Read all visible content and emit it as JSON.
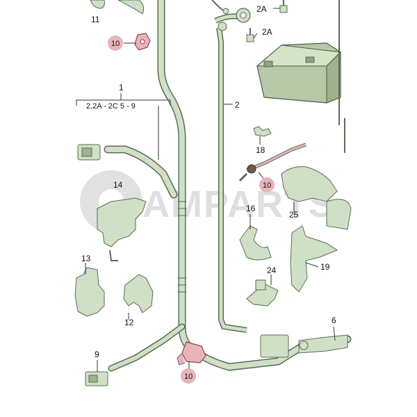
{
  "callouts": {
    "c11": "11",
    "c10_top": "10",
    "c2A_top": "2A",
    "c2A_mid": "2A",
    "c2": "2",
    "c1": "1",
    "c1_sub": "2,2A - 2C  5 - 9",
    "c18": "18",
    "c14": "14",
    "c10_mid": "10",
    "c16": "16",
    "c25": "25",
    "c13": "13",
    "c24": "24",
    "c19": "19",
    "c12": "12",
    "c6": "6",
    "c9": "9",
    "c10_bottom": "10"
  },
  "watermark": "AMPARTS",
  "colors": {
    "part_fill": "#cfe0c6",
    "part_stroke": "#5a6b55",
    "highlight_fill": "#e8b4ba",
    "highlight_stroke": "#8a4650",
    "callout_red": "#b1303f",
    "line": "#333333",
    "watermark": "#d8d8d8"
  }
}
